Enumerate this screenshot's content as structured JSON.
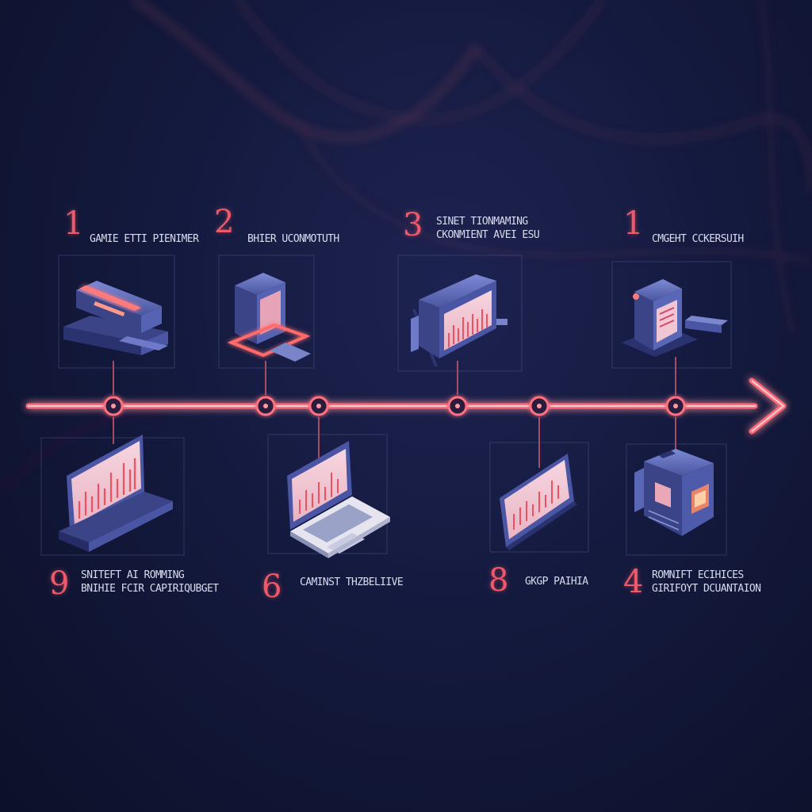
{
  "steps_top": [
    {
      "number": "1",
      "lines": [
        "GAMIE ETTI PIENIMER"
      ],
      "icon": "hardware-rack-icon"
    },
    {
      "number": "2",
      "lines": [
        "BHIER UCONMOTUTH"
      ],
      "icon": "server-cabinet-icon"
    },
    {
      "number": "3",
      "lines": [
        "SINET TIONMAMING",
        "CKONMIENT AVEI ESU"
      ],
      "icon": "monitor-workstation-icon"
    },
    {
      "number": "1",
      "lines": [
        "CMGEHT CCKERSUIH"
      ],
      "icon": "handheld-device-icon"
    }
  ],
  "steps_bottom": [
    {
      "number": "9",
      "lines": [
        "SNITEFT AI ROMMING",
        "BNIHIE FCIR CAPIRIQUBGET"
      ],
      "icon": "laptop-chart-icon"
    },
    {
      "number": "6",
      "lines": [
        "CAMINST THZBELIIVE"
      ],
      "icon": "laptop-icon"
    },
    {
      "number": "8",
      "lines": [
        "GKGP PAIHIA"
      ],
      "icon": "tablet-chart-icon"
    },
    {
      "number": "4",
      "lines": [
        "ROMNIFT ECIHICES",
        "GIRIFOYT DCUANTAION"
      ],
      "icon": "console-machine-icon"
    }
  ],
  "colors": {
    "accent": "#f0596a",
    "device": "#5a68b8",
    "background": "#141a3e"
  }
}
